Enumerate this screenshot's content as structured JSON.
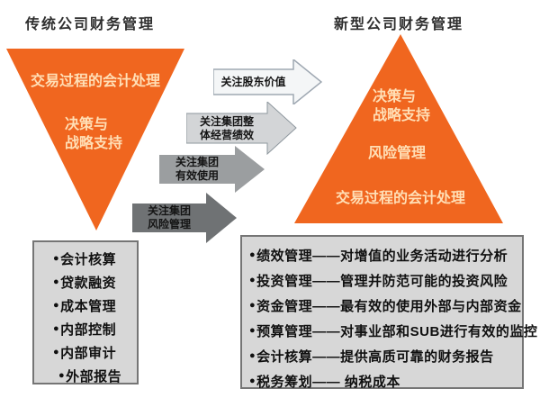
{
  "titles": {
    "left": "传统公司财务管理",
    "right": "新型公司财务管理"
  },
  "left_triangle": {
    "band1": "交易过程的会计处理",
    "band2_line1": "决策与",
    "band2_line2": "战略支持"
  },
  "right_triangle": {
    "band1_line1": "决策与",
    "band1_line2": "战略支持",
    "band2": "风险管理",
    "band3": "交易过程的会计处理"
  },
  "arrows": [
    {
      "line1": "关注股东价值",
      "line2": ""
    },
    {
      "line1": "关注集团整",
      "line2": "体经营绩效"
    },
    {
      "line1": "关注集团",
      "line2": "有效使用"
    },
    {
      "line1": "关注集团",
      "line2": "风险管理"
    }
  ],
  "bullet": "●",
  "left_box": {
    "items": [
      "会计核算",
      "贷款融资",
      "成本管理",
      "内部控制",
      "内部审计",
      "外部报告"
    ]
  },
  "right_box": {
    "items": [
      "绩效管理——对增值的业务活动进行分析",
      "投资管理——管理并防范可能的投资风险",
      "资金管理——最有效的使用外部与内部资金",
      "预算管理——对事业部和SUB进行有效的监控",
      "会计核算——提供高质可靠的财务报告",
      "税务筹划—— 纳税成本"
    ]
  },
  "colors": {
    "orange": "#F0661F",
    "triangle_text": "#FFDFB6",
    "arrow1_fill": "#F4F6F7",
    "arrow1_border": "#9FA8B2",
    "arrow2_fill": "#D3D5D7",
    "arrow2_border": "#8E979E",
    "arrow3_fill": "#9B9EA0",
    "arrow4_fill": "#6F7274",
    "box_bg": "#D7D7D7",
    "box_border": "#757575"
  }
}
